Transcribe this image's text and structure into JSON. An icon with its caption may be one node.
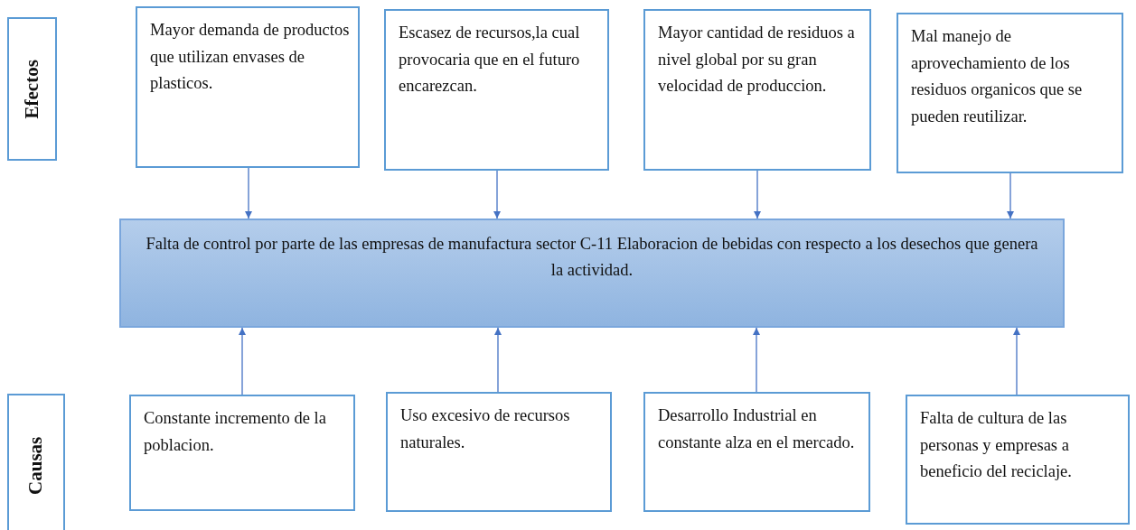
{
  "diagram": {
    "nodes": [
      {
        "text": [
          "Efectos"
        ]
      },
      {
        "text": [
          "Mayor demanda de productos que utilizan envases de plasticos."
        ]
      },
      {
        "text": [
          "Escasez de recursos,la cual provocaria que en el futuro encarezcan."
        ]
      },
      {
        "text": [
          "Mayor cantidad de residuos a nivel global por su gran velocidad de produccion."
        ]
      },
      {
        "text": [
          "Mal manejo de aprovechamiento de los residuos organicos que se pueden reutilizar."
        ]
      },
      {
        "text": [
          "Falta de control por parte de las empresas de manufactura sector C-11 Elaboracion de bebidas con respecto a los desechos que genera la actividad."
        ]
      },
      {
        "text": [
          "Causas"
        ]
      },
      {
        "text": [
          "Constante incremento de la poblacion."
        ]
      },
      {
        "text": [
          "Uso excesivo de recursos naturales."
        ]
      },
      {
        "text": [
          "Desarrollo Industrial en constante alza en el mercado."
        ]
      },
      {
        "text": [
          "Falta de cultura de las personas y empresas a beneficio del reciclaje."
        ]
      }
    ],
    "edges": [
      {
        "from": 1,
        "to": 5,
        "arrow": "to"
      },
      {
        "from": 2,
        "to": 5,
        "arrow": "to"
      },
      {
        "from": 3,
        "to": 5,
        "arrow": "to"
      },
      {
        "from": 4,
        "to": 5,
        "arrow": "to"
      },
      {
        "from": 7,
        "to": 5,
        "arrow": "to"
      },
      {
        "from": 8,
        "to": 5,
        "arrow": "to"
      },
      {
        "from": 9,
        "to": 5,
        "arrow": "to"
      },
      {
        "from": 10,
        "to": 5,
        "arrow": "to"
      }
    ]
  }
}
